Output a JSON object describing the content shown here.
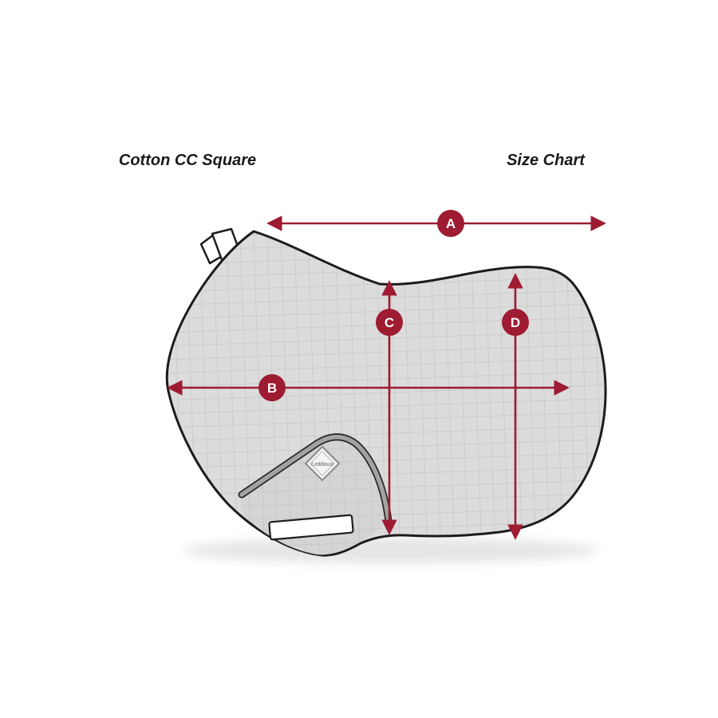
{
  "header": {
    "product_title": "Cotton CC Square",
    "chart_title": "Size Chart"
  },
  "colors": {
    "accent": "#9e1b32",
    "pad_fill": "#dcdcdc",
    "pad_outline": "#1c1c1c",
    "quilt_line": "#c3c3c3",
    "flap_fill": "#d4d4d4",
    "trim": "#a3a3a3",
    "strap_fill": "#ffffff",
    "label_text": "#ffffff"
  },
  "measurements": [
    {
      "label": "A",
      "orientation": "horizontal"
    },
    {
      "label": "B",
      "orientation": "horizontal"
    },
    {
      "label": "C",
      "orientation": "vertical"
    },
    {
      "label": "D",
      "orientation": "vertical"
    }
  ],
  "logo": {
    "brand": "LeMieux"
  }
}
